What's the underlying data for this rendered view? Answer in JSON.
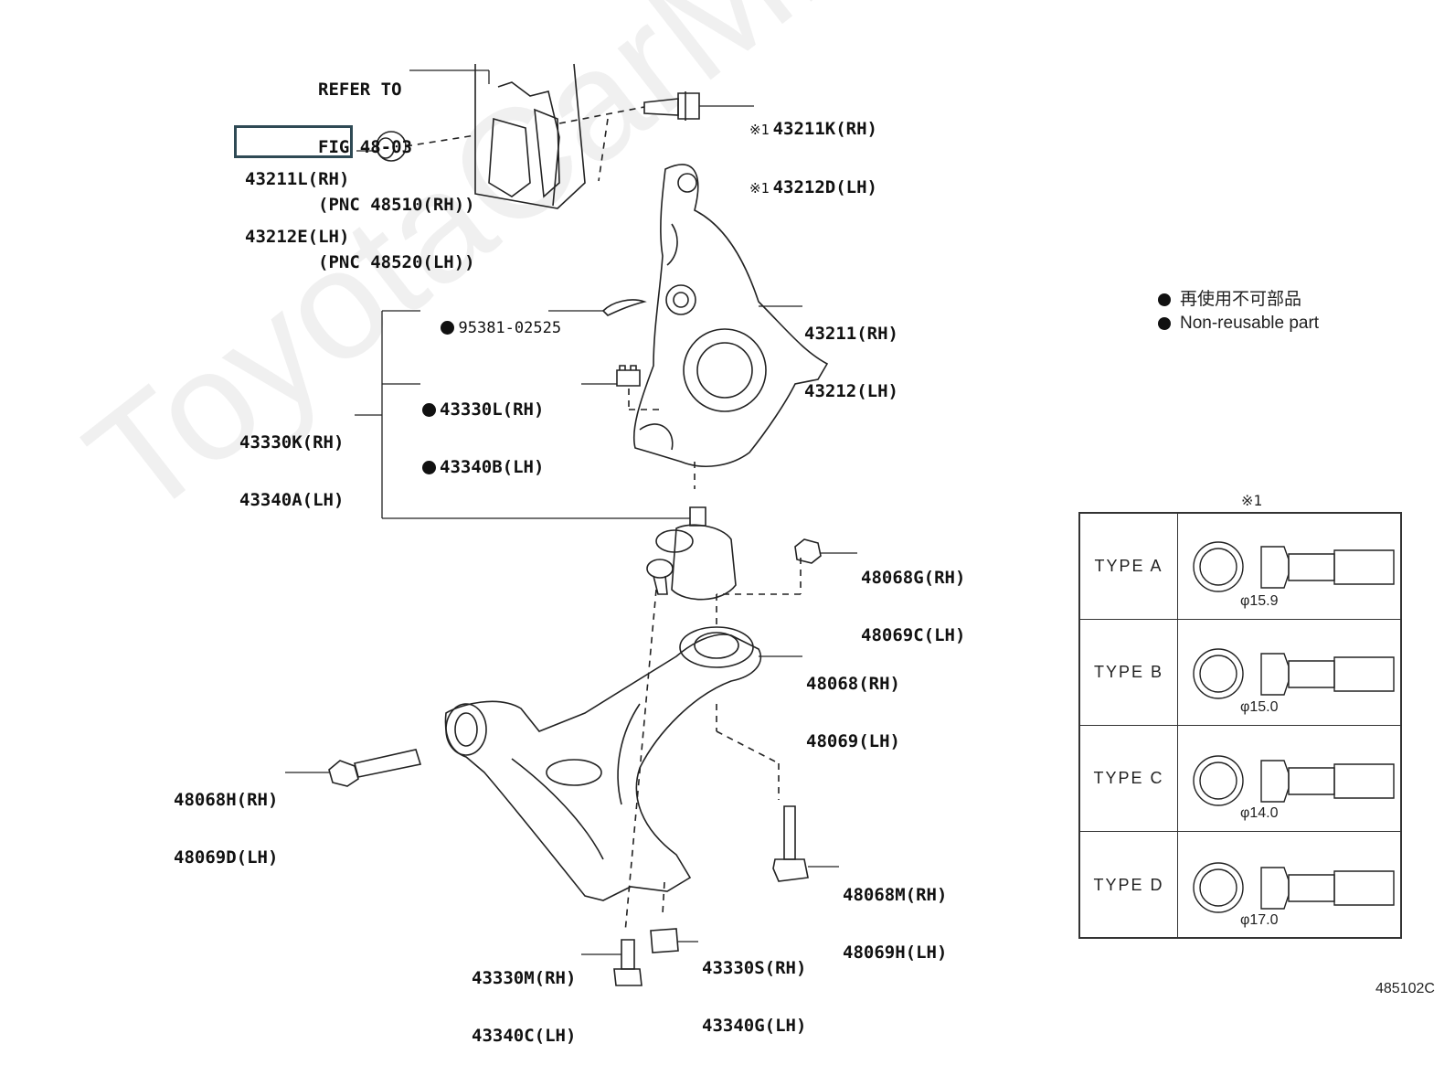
{
  "watermark": "ToyotaCarMine.ru",
  "refer": [
    "REFER TO",
    "FIG 48-03",
    "(PNC 48510(RH))",
    "(PNC 48520(LH))"
  ],
  "parts": {
    "p43211L": [
      "43211L(RH)",
      "43212E(LH)"
    ],
    "p43211K": {
      "mark": "※1",
      "lines": [
        "43211K(RH)",
        "43212D(LH)"
      ]
    },
    "p43211": [
      "43211(RH)",
      "43212(LH)"
    ],
    "p95381": "95381-02525",
    "p43330L": [
      "43330L(RH)",
      "43340B(LH)"
    ],
    "p43330K": [
      "43330K(RH)",
      "43340A(LH)"
    ],
    "p48068G": [
      "48068G(RH)",
      "48069C(LH)"
    ],
    "p48068": [
      "48068(RH)",
      "48069(LH)"
    ],
    "p48068H": [
      "48068H(RH)",
      "48069D(LH)"
    ],
    "p48068M": [
      "48068M(RH)",
      "48069H(LH)"
    ],
    "p43330M": [
      "43330M(RH)",
      "43340C(LH)"
    ],
    "p43330S": [
      "43330S(RH)",
      "43340G(LH)"
    ]
  },
  "legend": [
    "再使用不可部品",
    "Non-reusable part"
  ],
  "type_table": {
    "note": "※1",
    "rows": [
      {
        "name": "TYPE  A",
        "diameter": "φ15.9"
      },
      {
        "name": "TYPE  B",
        "diameter": "φ15.0"
      },
      {
        "name": "TYPE  C",
        "diameter": "φ14.0"
      },
      {
        "name": "TYPE  D",
        "diameter": "φ17.0"
      }
    ]
  },
  "figure_id": "485102C"
}
